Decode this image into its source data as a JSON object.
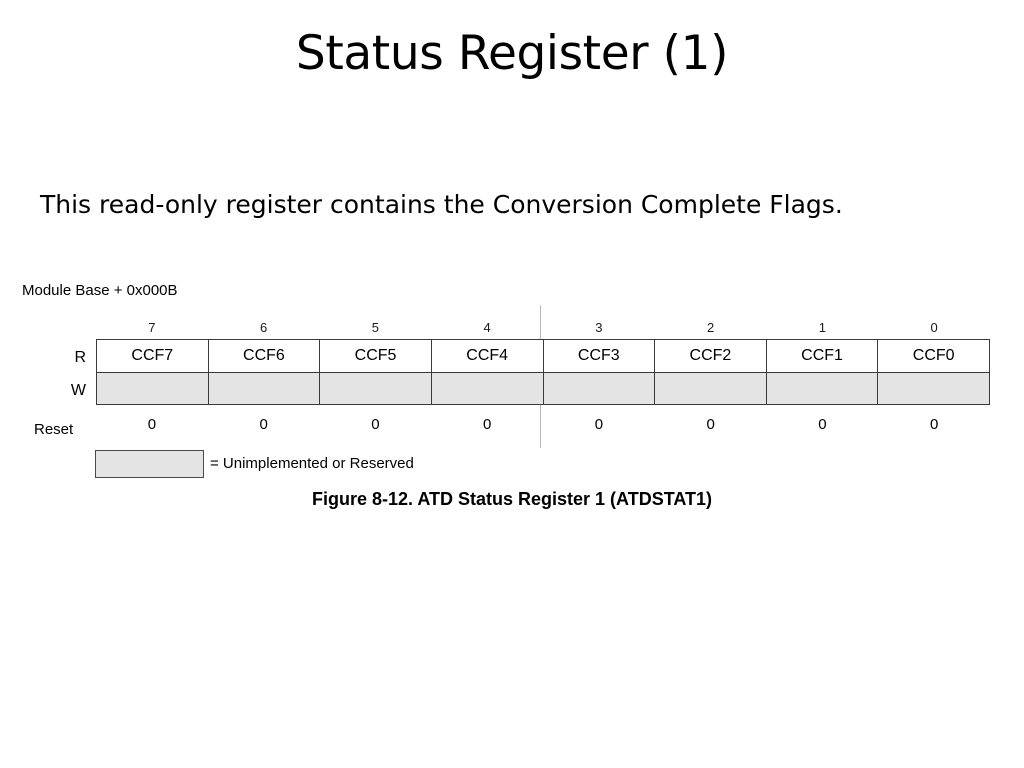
{
  "slide": {
    "title": "Status Register (1)",
    "body_text": "This read-only register contains the Conversion Complete Flags."
  },
  "figure": {
    "address_label": "Module Base + 0x000B",
    "caption": "Figure 8-12. ATD Status Register 1 (ATDSTAT1)",
    "row_labels": {
      "read": "R",
      "write": "W",
      "reset": "Reset"
    },
    "bit_numbers": [
      "7",
      "6",
      "5",
      "4",
      "3",
      "2",
      "1",
      "0"
    ],
    "read_cells": [
      "CCF7",
      "CCF6",
      "CCF5",
      "CCF4",
      "CCF3",
      "CCF2",
      "CCF1",
      "CCF0"
    ],
    "write_cells": [
      "",
      "",
      "",
      "",
      "",
      "",
      "",
      ""
    ],
    "reset_values": [
      "0",
      "0",
      "0",
      "0",
      "0",
      "0",
      "0",
      "0"
    ],
    "legend": {
      "text": "= Unimplemented or Reserved",
      "swatch_color": "#e4e4e4"
    },
    "colors": {
      "reserved_fill": "#e4e4e4",
      "border": "#3a3a3a",
      "divider_guide": "#b8b8b8",
      "text": "#000000",
      "background": "#ffffff"
    }
  }
}
